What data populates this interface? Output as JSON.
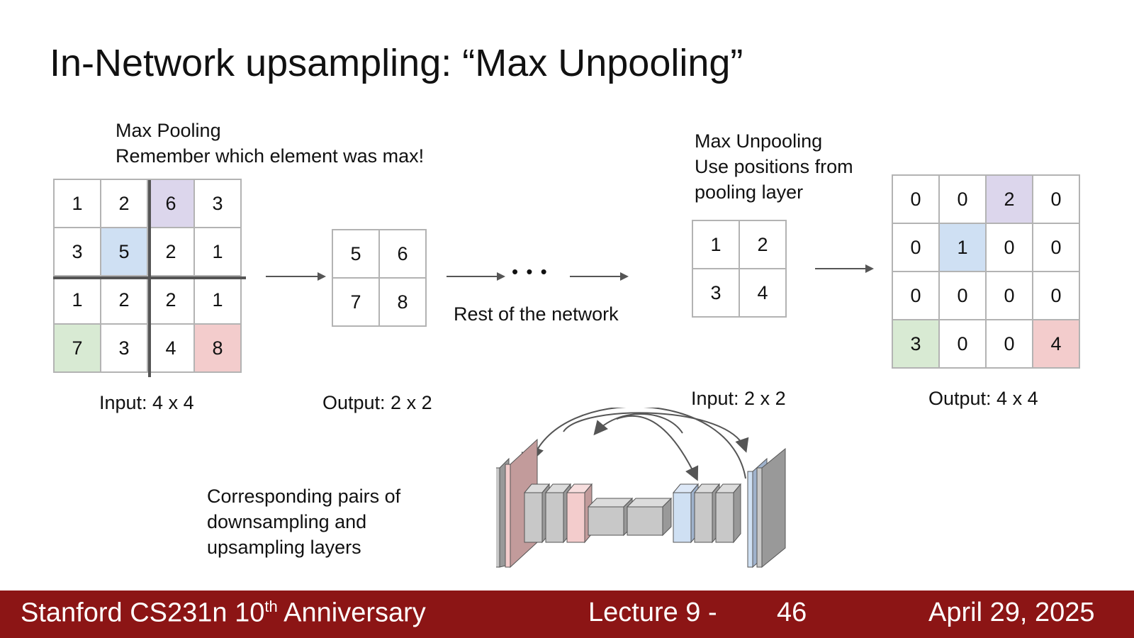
{
  "title": "In-Network upsampling: “Max Unpooling”",
  "pool": {
    "heading": "Max Pooling",
    "subheading": "Remember which element was max!",
    "input_grid": [
      [
        "1",
        "2",
        "6",
        "3"
      ],
      [
        "3",
        "5",
        "2",
        "1"
      ],
      [
        "1",
        "2",
        "2",
        "1"
      ],
      [
        "7",
        "3",
        "4",
        "8"
      ]
    ],
    "input_label": "Input: 4 x 4",
    "output_grid": [
      [
        "5",
        "6"
      ],
      [
        "7",
        "8"
      ]
    ],
    "output_label": "Output: 2 x 2"
  },
  "rest_label": "Rest of the network",
  "ellipsis": "• • •",
  "unpool": {
    "heading": "Max Unpooling",
    "desc_line1": "Use positions from",
    "desc_line2": "pooling layer",
    "input_grid": [
      [
        "1",
        "2"
      ],
      [
        "3",
        "4"
      ]
    ],
    "input_label": "Input: 2 x 2",
    "output_grid": [
      [
        "0",
        "0",
        "2",
        "0"
      ],
      [
        "0",
        "1",
        "0",
        "0"
      ],
      [
        "0",
        "0",
        "0",
        "0"
      ],
      [
        "3",
        "0",
        "0",
        "4"
      ]
    ],
    "output_label": "Output: 4 x 4"
  },
  "pairs_caption": [
    "Corresponding pairs of",
    "downsampling and",
    "upsampling layers"
  ],
  "colors": {
    "purple": "#dcd6ec",
    "blue": "#cfe0f3",
    "green": "#d8ead3",
    "red": "#f3cccc",
    "footer_bg": "#8c1515",
    "grid_border": "#b3b3b3",
    "divider": "#555555"
  },
  "footer": {
    "course": "Stanford CS231n 10",
    "course_sup": "th",
    "course_rest": " Anniversary",
    "lecture": "Lecture 9 -",
    "page": "46",
    "date": "April 29, 2025"
  }
}
